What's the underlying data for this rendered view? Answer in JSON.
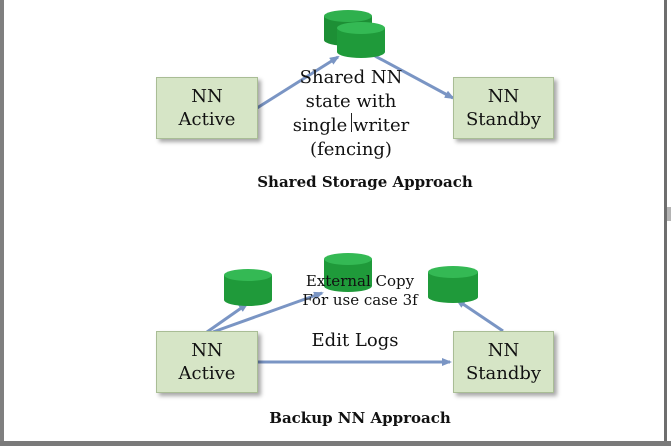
{
  "shared_storage": {
    "active_box": {
      "line1": "NN",
      "line2": "Active"
    },
    "standby_box": {
      "line1": "NN",
      "line2": "Standby"
    },
    "storage_label": [
      "Shared NN",
      "state with",
      "single writer",
      "(fencing)"
    ],
    "caption": "Shared Storage Approach"
  },
  "backup_nn": {
    "active_box": {
      "line1": "NN",
      "line2": "Active"
    },
    "standby_box": {
      "line1": "NN",
      "line2": "Standby"
    },
    "external_copy_label": [
      "External Copy",
      "For use case 3f"
    ],
    "edit_logs_label": "Edit Logs",
    "caption": "Backup NN Approach"
  },
  "colors": {
    "box_fill": "#d6e5c6",
    "disk_green": "#1f9a3a",
    "arrow_blue": "#7a95c4"
  }
}
